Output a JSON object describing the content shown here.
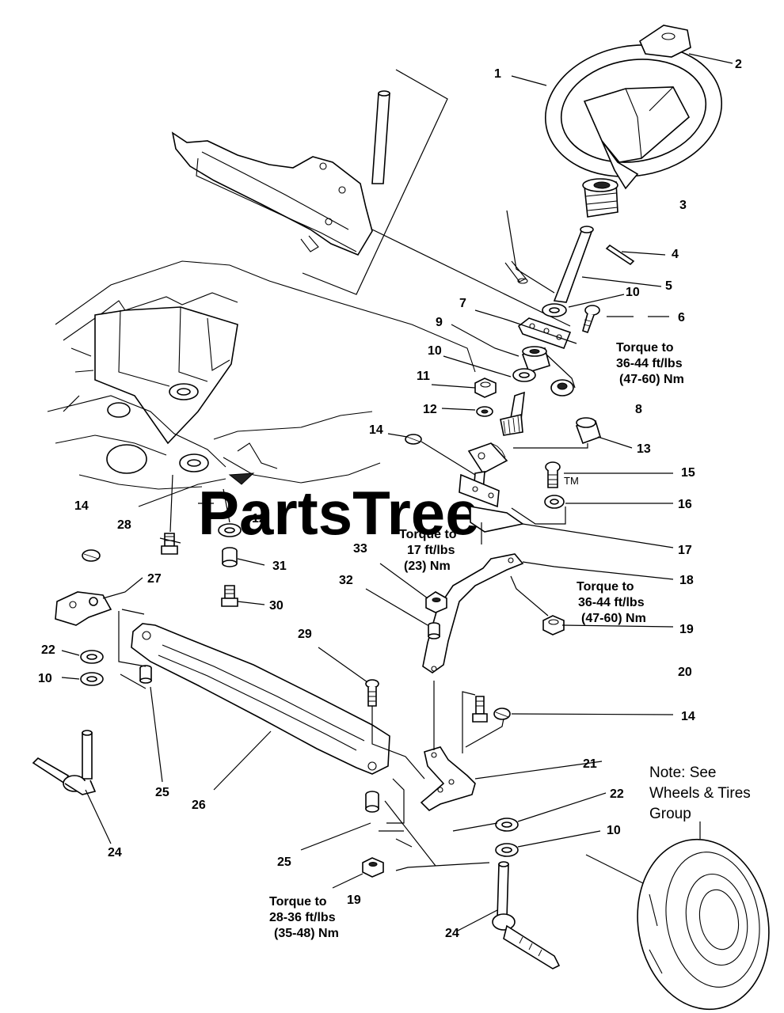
{
  "watermark": {
    "text": "PartsTree",
    "trademark": "TM"
  },
  "callouts": {
    "c1": "1",
    "c2": "2",
    "c3": "3",
    "c4": "4",
    "c5": "5",
    "c6": "6",
    "c7": "7",
    "c8": "8",
    "c9": "9",
    "c10a": "10",
    "c10b": "10",
    "c11": "11",
    "c12a": "12",
    "c13": "13",
    "c14a": "14",
    "c15": "15",
    "c16": "16",
    "c17": "17",
    "c14b": "14",
    "c28": "28",
    "c12b": "12",
    "c31": "31",
    "c30": "30",
    "c33": "33",
    "c32": "32",
    "c18": "18",
    "c19a": "19",
    "c27": "27",
    "c22a": "22",
    "c10c": "10",
    "c29": "29",
    "c20": "20",
    "c14c": "14",
    "c25a": "25",
    "c26": "26",
    "c21": "21",
    "c22b": "22",
    "c10d": "10",
    "c24a": "24",
    "c25b": "25",
    "c19b": "19",
    "c24b": "24"
  },
  "notes": {
    "torque_a": [
      "Torque to",
      "36-44 ft/lbs",
      "(47-60) Nm"
    ],
    "torque_b": [
      "Torque to",
      "17 ft/lbs",
      "(23) Nm"
    ],
    "torque_c": [
      "Torque to",
      "36-44 ft/lbs",
      "(47-60) Nm"
    ],
    "torque_d": [
      "Torque to",
      "28-36 ft/lbs",
      "(35-48) Nm"
    ],
    "wheel_note": [
      "Note: See",
      "Wheels & Tires",
      "Group"
    ]
  }
}
